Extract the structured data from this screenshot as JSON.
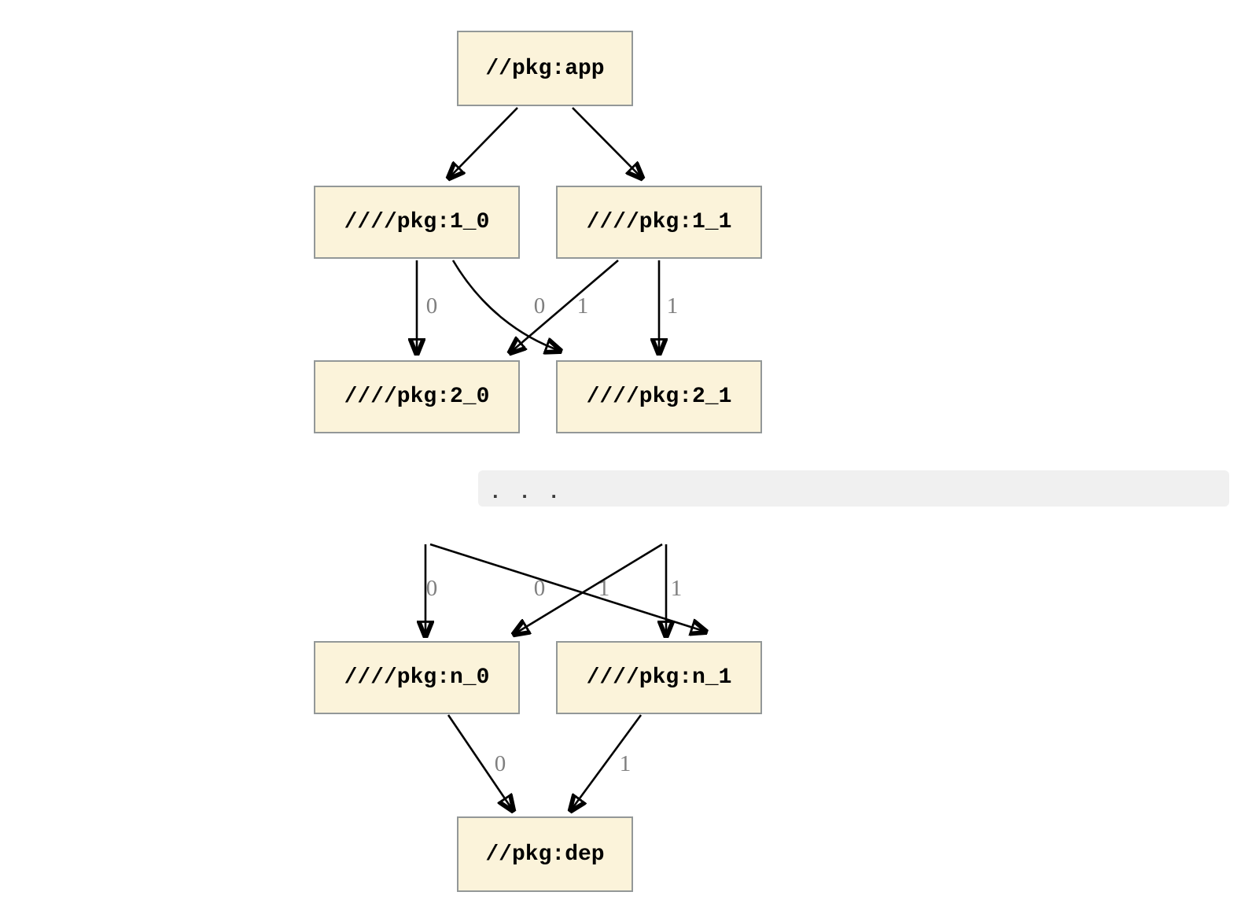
{
  "diagram": {
    "type": "build-dependency-graph",
    "nodes": {
      "app": {
        "label": "//pkg:app"
      },
      "1_0": {
        "label": "////pkg:1_0"
      },
      "1_1": {
        "label": "////pkg:1_1"
      },
      "2_0": {
        "label": "////pkg:2_0"
      },
      "2_1": {
        "label": "////pkg:2_1"
      },
      "n_0": {
        "label": "////pkg:n_0"
      },
      "n_1": {
        "label": "////pkg:n_1"
      },
      "dep": {
        "label": "//pkg:dep"
      }
    },
    "edges": [
      {
        "from": "app",
        "to": "1_0",
        "label": ""
      },
      {
        "from": "app",
        "to": "1_1",
        "label": ""
      },
      {
        "from": "1_0",
        "to": "2_0",
        "label": "0"
      },
      {
        "from": "1_1",
        "to": "2_0",
        "label": "0"
      },
      {
        "from": "1_0",
        "to": "2_1",
        "label": "1"
      },
      {
        "from": "1_1",
        "to": "2_1",
        "label": "1"
      },
      {
        "from": "...",
        "to": "n_0",
        "label": "0"
      },
      {
        "from": "...",
        "to": "n_0",
        "label": "0"
      },
      {
        "from": "...",
        "to": "n_1",
        "label": "1"
      },
      {
        "from": "...",
        "to": "n_1",
        "label": "1"
      },
      {
        "from": "n_0",
        "to": "dep",
        "label": "0"
      },
      {
        "from": "n_1",
        "to": "dep",
        "label": "1"
      }
    ],
    "ellipsis": {
      "text": ". . ."
    },
    "colors": {
      "node_fill": "#FBF3DA",
      "node_border": "#939898",
      "edge": "#000000",
      "edge_label": "#7F7F7F",
      "ellipsis_bg": "#F0F0F0",
      "ellipsis_text": "#3C3C3C"
    }
  }
}
